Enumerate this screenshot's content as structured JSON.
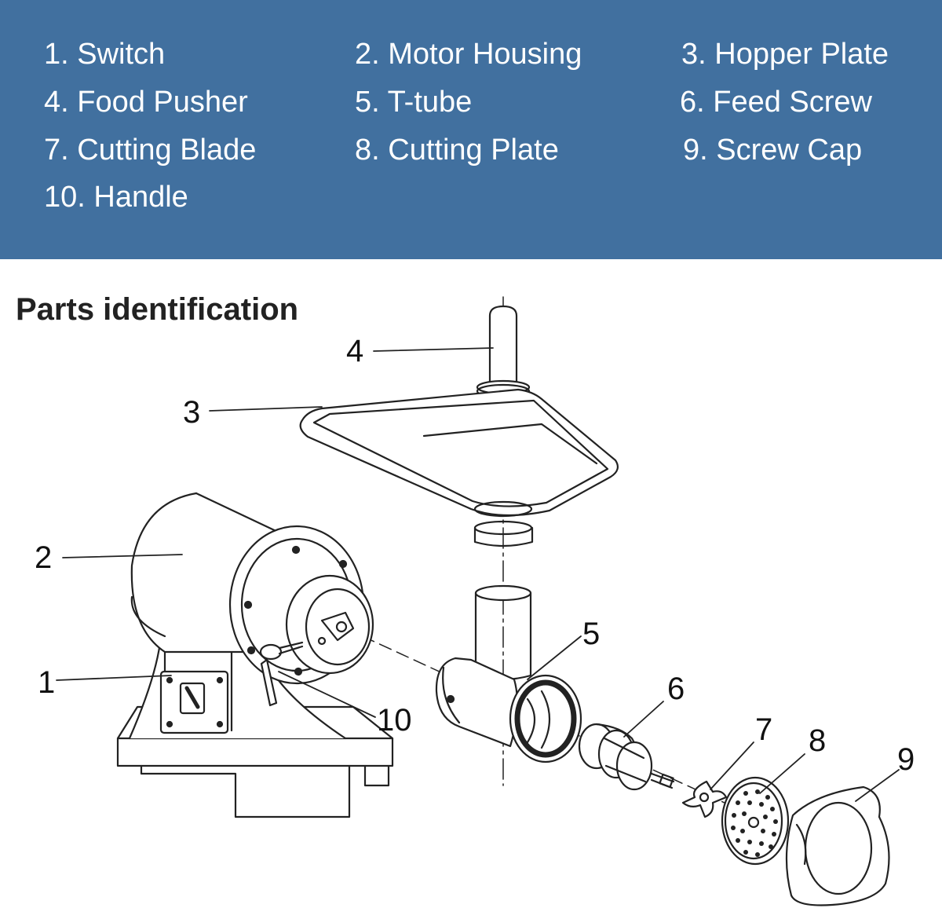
{
  "legend": [
    "1. Switch",
    "2. Motor Housing",
    "3. Hopper Plate",
    "4. Food Pusher",
    "5. T-tube",
    "6. Feed Screw",
    "7. Cutting Blade",
    "8. Cutting Plate",
    "9. Screw Cap",
    "10. Handle"
  ],
  "title": "Parts identification",
  "callouts": [
    "1",
    "2",
    "3",
    "4",
    "5",
    "6",
    "7",
    "8",
    "9",
    "10"
  ],
  "colors": {
    "banner": "#41709f",
    "legend_text": "#ffffff",
    "line": "#222222"
  }
}
